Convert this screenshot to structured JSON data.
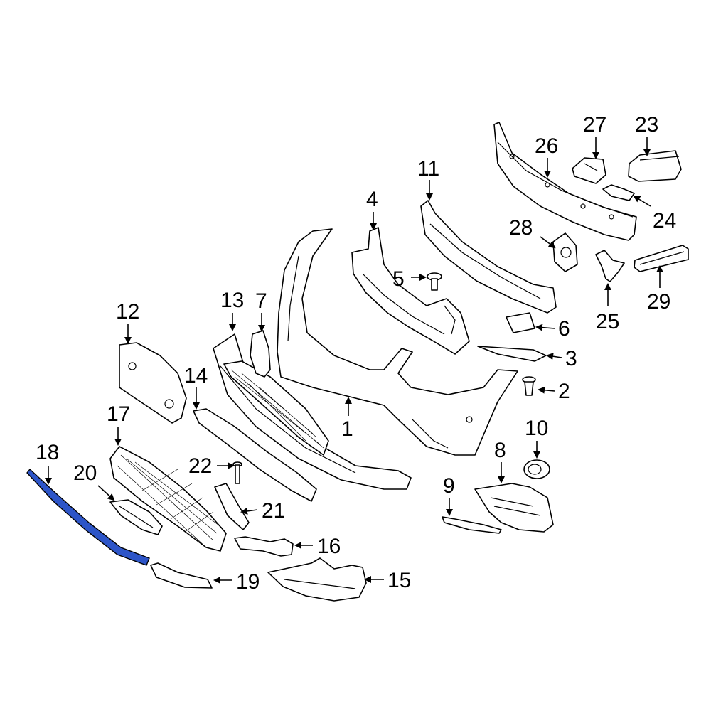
{
  "colors": {
    "highlight": "#2d55c8",
    "line": "#000000",
    "background": "#ffffff"
  },
  "highlighted_part": "18",
  "callouts": [
    {
      "id": "1",
      "label": "1"
    },
    {
      "id": "2",
      "label": "2"
    },
    {
      "id": "3",
      "label": "3"
    },
    {
      "id": "4",
      "label": "4"
    },
    {
      "id": "5",
      "label": "5"
    },
    {
      "id": "6",
      "label": "6"
    },
    {
      "id": "7",
      "label": "7"
    },
    {
      "id": "8",
      "label": "8"
    },
    {
      "id": "9",
      "label": "9"
    },
    {
      "id": "10",
      "label": "10"
    },
    {
      "id": "11",
      "label": "11"
    },
    {
      "id": "12",
      "label": "12"
    },
    {
      "id": "13",
      "label": "13"
    },
    {
      "id": "14",
      "label": "14"
    },
    {
      "id": "15",
      "label": "15"
    },
    {
      "id": "16",
      "label": "16"
    },
    {
      "id": "17",
      "label": "17"
    },
    {
      "id": "18",
      "label": "18"
    },
    {
      "id": "19",
      "label": "19"
    },
    {
      "id": "20",
      "label": "20"
    },
    {
      "id": "21",
      "label": "21"
    },
    {
      "id": "22",
      "label": "22"
    },
    {
      "id": "23",
      "label": "23"
    },
    {
      "id": "24",
      "label": "24"
    },
    {
      "id": "25",
      "label": "25"
    },
    {
      "id": "26",
      "label": "26"
    },
    {
      "id": "27",
      "label": "27"
    },
    {
      "id": "28",
      "label": "28"
    },
    {
      "id": "29",
      "label": "29"
    }
  ]
}
